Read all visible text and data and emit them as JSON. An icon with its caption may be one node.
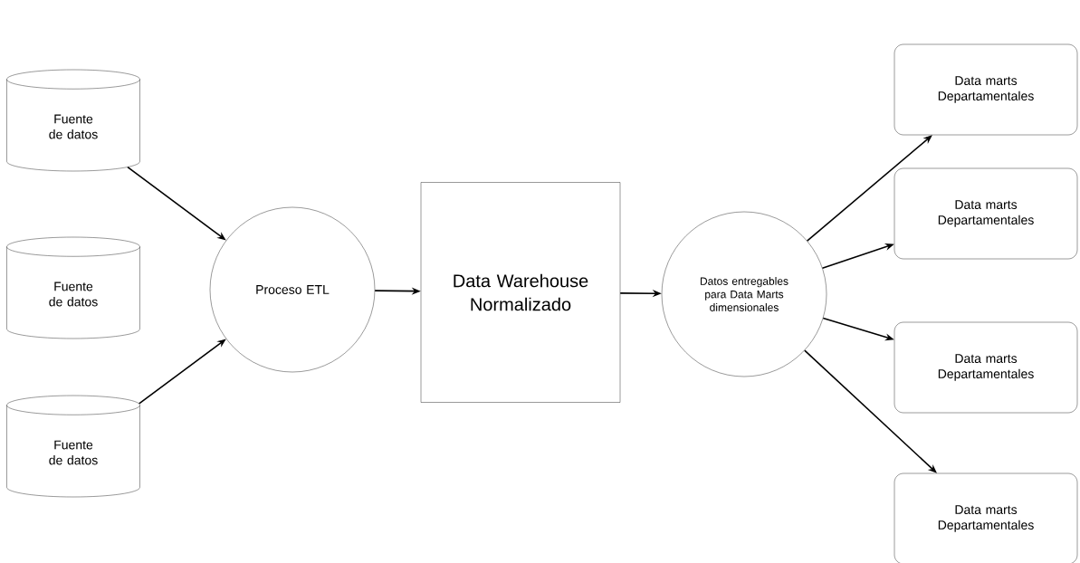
{
  "diagram": {
    "nodes": [
      {
        "text": [
          "Fuente de datos"
        ]
      },
      {
        "text": [
          "Fuente de datos"
        ]
      },
      {
        "text": [
          "Fuente de datos"
        ]
      },
      {
        "text": [
          "Proceso ETL"
        ]
      },
      {
        "text": [
          "Data Warehouse Normalizado"
        ]
      },
      {
        "text": [
          "Datos entregables para Data Marts dimensionales"
        ]
      },
      {
        "text": [
          "Data marts Departamentales"
        ]
      },
      {
        "text": [
          "Data marts Departamentales"
        ]
      },
      {
        "text": [
          "Data marts Departamentales"
        ]
      },
      {
        "text": [
          "Data marts Departamentales"
        ]
      }
    ],
    "edges": [
      {
        "from": 0,
        "to": 3,
        "arrow": "to"
      },
      {
        "from": 2,
        "to": 3,
        "arrow": "to"
      },
      {
        "from": 3,
        "to": 4,
        "arrow": "to"
      },
      {
        "from": 4,
        "to": 5,
        "arrow": "to"
      },
      {
        "from": 5,
        "to": 6,
        "arrow": "to"
      },
      {
        "from": 5,
        "to": 7,
        "arrow": "to"
      },
      {
        "from": 5,
        "to": 8,
        "arrow": "to"
      },
      {
        "from": 5,
        "to": 9,
        "arrow": "to"
      }
    ]
  }
}
